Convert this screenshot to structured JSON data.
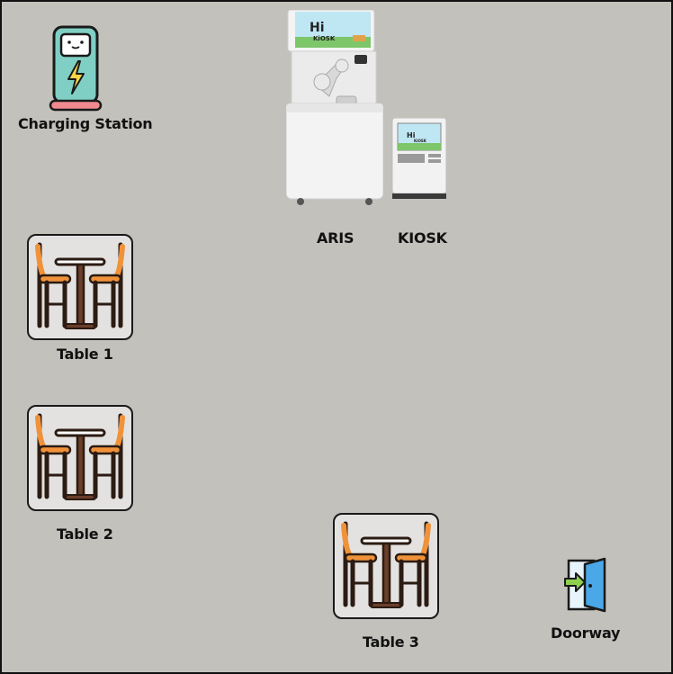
{
  "floor_map": {
    "charging_station": {
      "label": "Charging Station"
    },
    "aris": {
      "label": "ARIS",
      "screen_text_line1": "Hi",
      "screen_text_line2": "KiOSK"
    },
    "kiosk": {
      "label": "KIOSK",
      "screen_text_line1": "Hi",
      "screen_text_line2": "KiOSK"
    },
    "tables": [
      {
        "label": "Table 1"
      },
      {
        "label": "Table 2"
      },
      {
        "label": "Table 3"
      }
    ],
    "doorway": {
      "label": "Doorway"
    }
  },
  "colors": {
    "floor": "#c3c1bc",
    "charger_body": "#7fcfc4",
    "charger_base": "#f08a8f",
    "bolt": "#f5d547",
    "chair_seat": "#f0923a",
    "table_wood": "#6b3f2a",
    "door": "#4aa8e8",
    "arrow": "#8fd14f"
  }
}
